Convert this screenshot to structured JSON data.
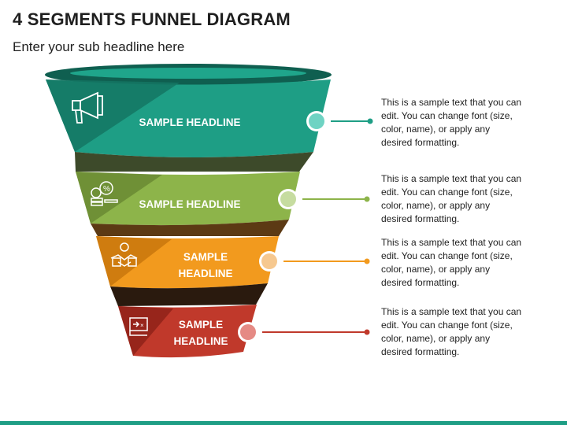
{
  "header": {
    "title": "4 SEGMENTS FUNNEL DIAGRAM",
    "subtitle": "Enter your sub headline here"
  },
  "segments": [
    {
      "headline_lines": [
        "SAMPLE HEADLINE"
      ],
      "icon": "megaphone-icon",
      "description": "This is a sample text that you can edit. You can change font (size, color, name), or apply any desired formatting.",
      "color": "#1e9e85",
      "dark_color": "#147563",
      "dot_color": "#6fd3c3"
    },
    {
      "headline_lines": [
        "SAMPLE HEADLINE"
      ],
      "icon": "coins-percent-icon",
      "description": "This is a sample text that you can edit. You can change font (size, color, name), or apply any desired formatting.",
      "color": "#8db44a",
      "dark_color": "#6a8a33",
      "dot_color": "#c6dca0"
    },
    {
      "headline_lines": [
        "SAMPLE",
        "HEADLINE"
      ],
      "icon": "handshake-icon",
      "description": "This is a sample text that you can edit. You can change font (size, color, name), or apply any desired formatting.",
      "color": "#f29a1e",
      "dark_color": "#c9770d",
      "dot_color": "#f6c88f"
    },
    {
      "headline_lines": [
        "SAMPLE",
        "HEADLINE"
      ],
      "icon": "ticket-icon",
      "description": "This is a sample text that you can edit. You can change font (size, color, name), or apply any desired formatting.",
      "color": "#c0392b",
      "dark_color": "#8f2219",
      "dot_color": "#e58a84"
    }
  ],
  "bottom_bar_color": "#1e9e85"
}
